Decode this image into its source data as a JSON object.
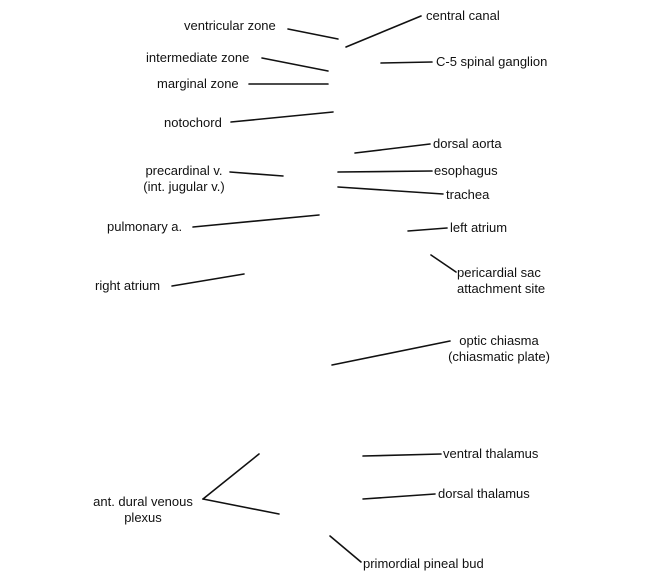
{
  "colors": {
    "background": "#ffffff",
    "text": "#111111",
    "line": "#111111"
  },
  "labels": {
    "ventricular_zone": "ventricular zone",
    "central_canal": "central canal",
    "intermediate_zone": "intermediate zone",
    "c5_spinal_ganglion": "C-5 spinal ganglion",
    "marginal_zone": "marginal zone",
    "notochord": "notochord",
    "dorsal_aorta": "dorsal aorta",
    "precardinal_v": "precardinal v.",
    "int_jugular_v": "(int. jugular v.)",
    "esophagus": "esophagus",
    "trachea": "trachea",
    "pulmonary_a": "pulmonary a.",
    "left_atrium": "left atrium",
    "pericardial_sac_1": "pericardial sac",
    "pericardial_sac_2": "attachment site",
    "right_atrium": "right atrium",
    "optic_chiasma_1": "optic chiasma",
    "optic_chiasma_2": "(chiasmatic plate)",
    "ventral_thalamus": "ventral thalamus",
    "dorsal_thalamus": "dorsal thalamus",
    "ant_dural_1": "ant. dural venous",
    "ant_dural_2": "plexus",
    "primordial_pineal_bud": "primordial pineal bud"
  }
}
